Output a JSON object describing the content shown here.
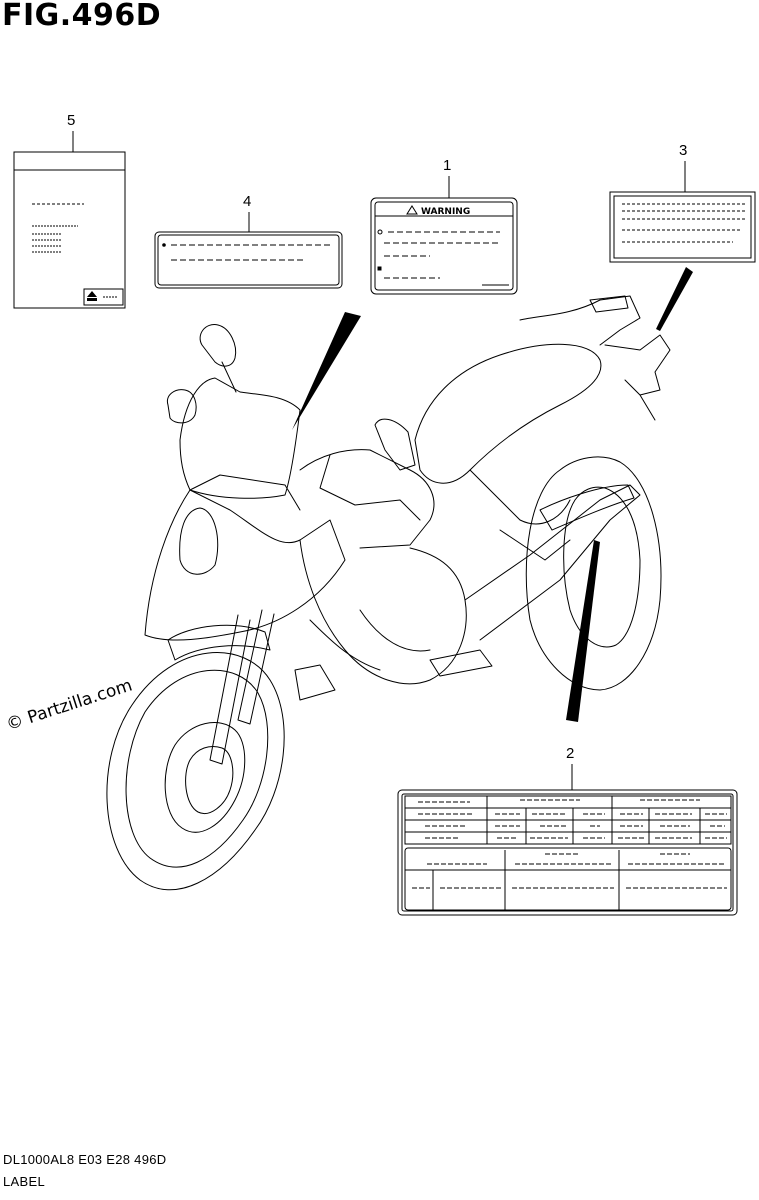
{
  "figure": {
    "title": "FIG.496D",
    "footer_code": "DL1000AL8  E03  E28  496D",
    "footer_name": "LABEL",
    "watermark": "© Partzilla.com"
  },
  "callouts": [
    {
      "id": "1",
      "label": "1"
    },
    {
      "id": "2",
      "label": "2"
    },
    {
      "id": "3",
      "label": "3"
    },
    {
      "id": "4",
      "label": "4"
    },
    {
      "id": "5",
      "label": "5"
    }
  ],
  "labels": {
    "warning_label": {
      "heading": "WARNING",
      "icon": "warning-triangle-icon"
    },
    "manual": {
      "icon": "manual-symbol-icon"
    }
  }
}
